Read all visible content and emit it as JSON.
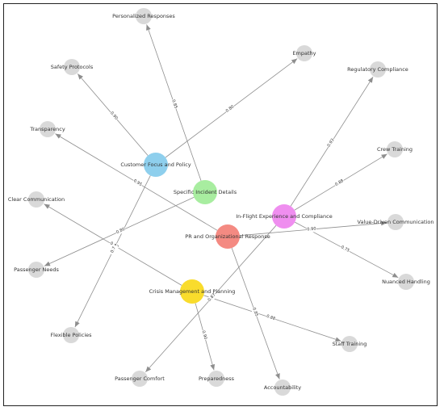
{
  "nodes": [
    {
      "id": "cf",
      "label": "Customer Focus and Policy",
      "color": "#8ecfed",
      "hub": true
    },
    {
      "id": "sid",
      "label": "Specific Incident Details",
      "color": "#a8eda0",
      "hub": true
    },
    {
      "id": "ife",
      "label": "In-Flight Experience and Compliance",
      "color": "#ef8eef",
      "hub": true
    },
    {
      "id": "pr",
      "label": "PR and Organizational Response",
      "color": "#f48a82",
      "hub": true
    },
    {
      "id": "cm",
      "label": "Crisis Management and Planning",
      "color": "#f9dc2c",
      "hub": true
    },
    {
      "id": "pers",
      "label": "Personalized Responses",
      "color": "#d9d9d9",
      "hub": false
    },
    {
      "id": "emp",
      "label": "Empathy",
      "color": "#d9d9d9",
      "hub": false
    },
    {
      "id": "safe",
      "label": "Safety Protocols",
      "color": "#d9d9d9",
      "hub": false
    },
    {
      "id": "reg",
      "label": "Regulatory Compliance",
      "color": "#d9d9d9",
      "hub": false
    },
    {
      "id": "trans",
      "label": "Transparency",
      "color": "#d9d9d9",
      "hub": false
    },
    {
      "id": "crew",
      "label": "Crew Training",
      "color": "#d9d9d9",
      "hub": false
    },
    {
      "id": "clear",
      "label": "Clear Communication",
      "color": "#d9d9d9",
      "hub": false
    },
    {
      "id": "value",
      "label": "Value-Driven Communication",
      "color": "#d9d9d9",
      "hub": false
    },
    {
      "id": "pneeds",
      "label": "Passenger Needs",
      "color": "#d9d9d9",
      "hub": false
    },
    {
      "id": "nuanced",
      "label": "Nuanced Handling",
      "color": "#d9d9d9",
      "hub": false
    },
    {
      "id": "flex",
      "label": "Flexible Policies",
      "color": "#d9d9d9",
      "hub": false
    },
    {
      "id": "staff",
      "label": "Staff Training",
      "color": "#d9d9d9",
      "hub": false
    },
    {
      "id": "pcomfort",
      "label": "Passenger Comfort",
      "color": "#d9d9d9",
      "hub": false
    },
    {
      "id": "prep",
      "label": "Preparedness",
      "color": "#d9d9d9",
      "hub": false
    },
    {
      "id": "acc",
      "label": "Accountability",
      "color": "#d9d9d9",
      "hub": false
    }
  ],
  "edges": [
    {
      "from": "sid",
      "to": "pers",
      "label": "0.85"
    },
    {
      "from": "cf",
      "to": "emp",
      "label": "0.80"
    },
    {
      "from": "cf",
      "to": "safe",
      "label": "0.90"
    },
    {
      "from": "ife",
      "to": "reg",
      "label": "0.93"
    },
    {
      "from": "pr",
      "to": "trans",
      "label": "0.95"
    },
    {
      "from": "ife",
      "to": "crew",
      "label": "0.88"
    },
    {
      "from": "cm",
      "to": "clear",
      "label": "0.82"
    },
    {
      "from": "pr",
      "to": "value",
      "label": "0.90"
    },
    {
      "from": "sid",
      "to": "pneeds",
      "label": "0.80"
    },
    {
      "from": "ife",
      "to": "nuanced",
      "label": "0.75"
    },
    {
      "from": "cf",
      "to": "flex",
      "label": "0.7"
    },
    {
      "from": "cm",
      "to": "staff",
      "label": "0.88"
    },
    {
      "from": "ife",
      "to": "pcomfort",
      "label": "0.87"
    },
    {
      "from": "cm",
      "to": "prep",
      "label": "0.90"
    },
    {
      "from": "pr",
      "to": "acc",
      "label": "0.85"
    }
  ]
}
